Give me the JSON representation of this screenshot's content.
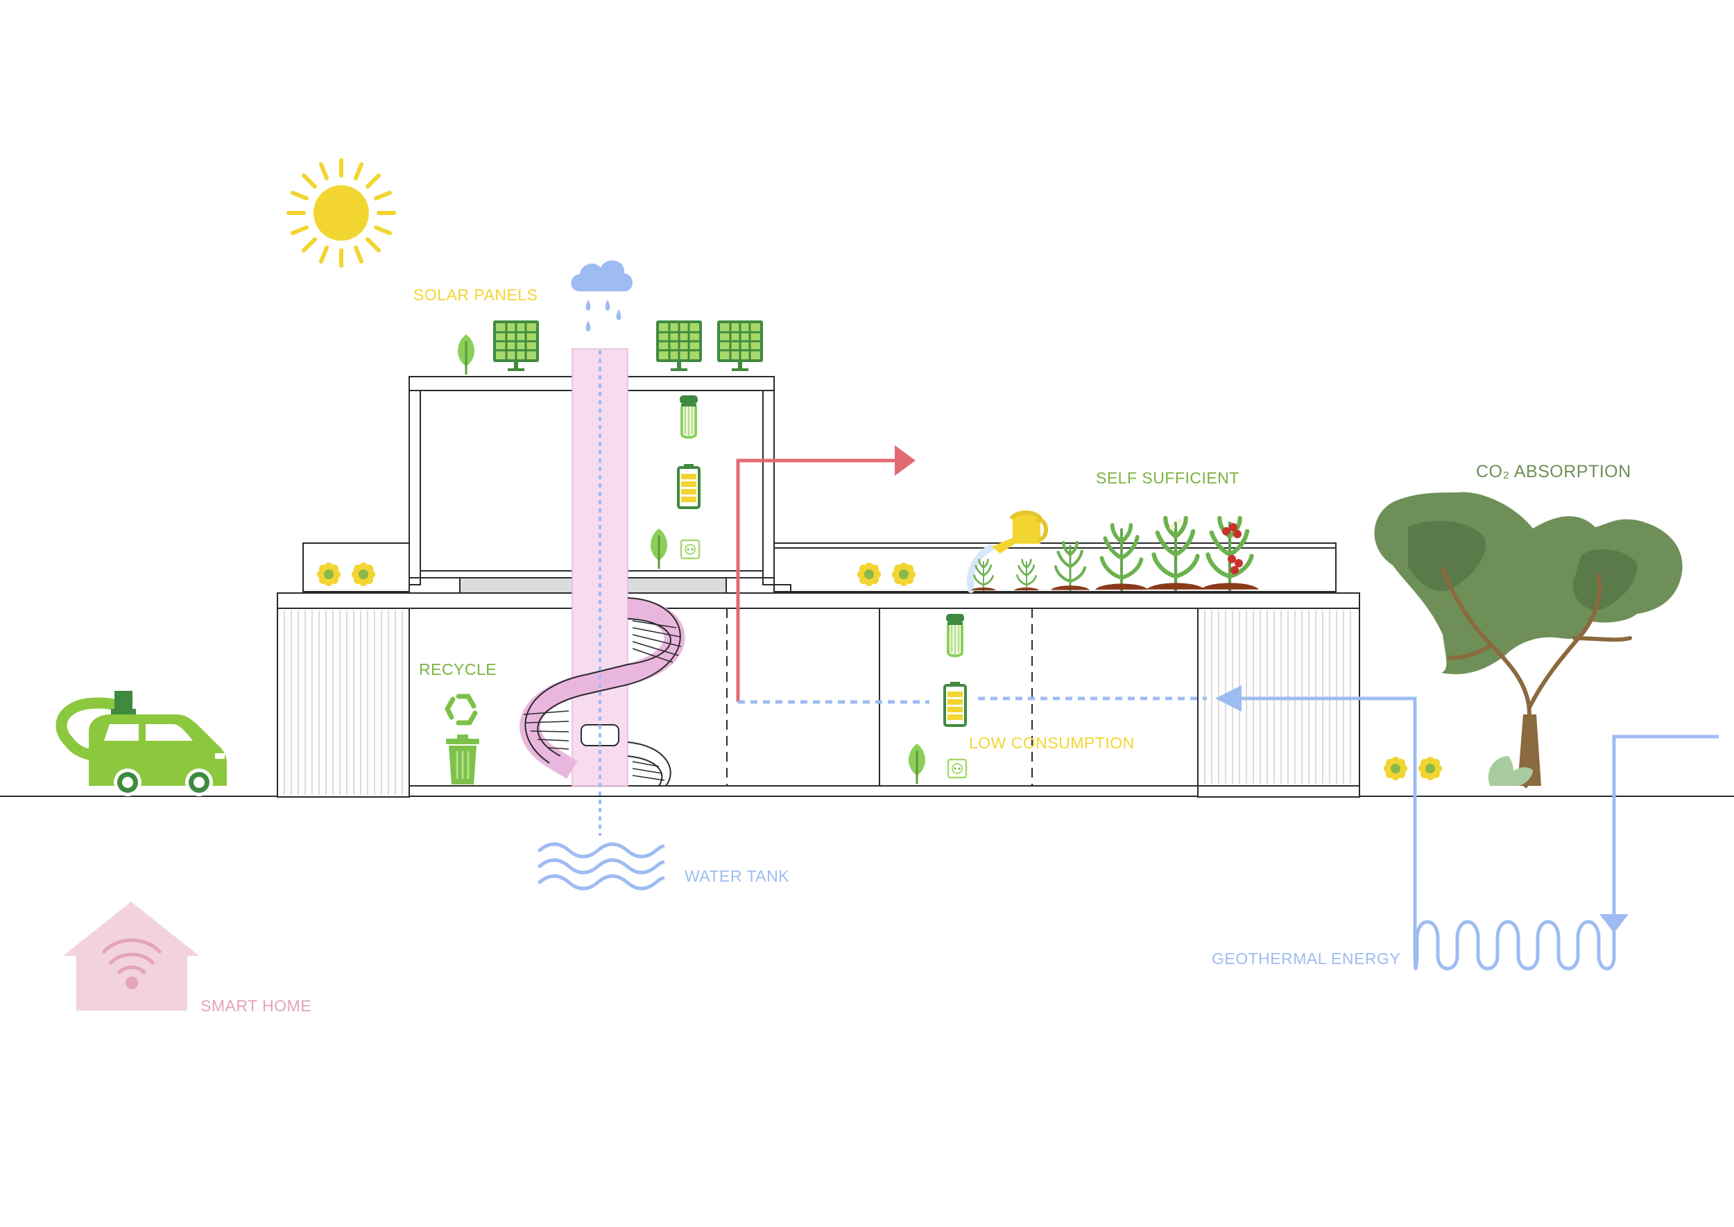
{
  "labels": {
    "solar_panels": "SOLAR PANELS",
    "self_sufficient": "SELF SUFFICIENT",
    "co2_absorption": "CO₂ ABSORPTION",
    "recycle": "RECYCLE",
    "low_consumption": "LOW CONSUMPTION",
    "water_tank": "WATER TANK",
    "geothermal_energy": "GEOTHERMAL ENERGY",
    "smart_home": "SMART HOME"
  },
  "colors": {
    "solar": "#f2d531",
    "sun": "#f2d531",
    "plant_green": "#7cc24a",
    "label_green": "#7ab342",
    "water_blue": "#9ebcf2",
    "heat_red": "#e36a73",
    "shaft_pink": "#f7dcef",
    "stair_pink": "#e9b7de",
    "smart_pink": "#f1d2de",
    "smart_label": "#e3a3b9",
    "tree_green": "#6f8f58",
    "trunk": "#8a6a3e",
    "line": "#2a2a2a"
  },
  "icons": [
    "sun-icon",
    "rain-cloud-icon",
    "solar-panel-icon",
    "leaf-icon",
    "light-bulb-icon",
    "battery-icon",
    "power-socket-icon",
    "recycle-icon",
    "trash-bin-icon",
    "electric-car-icon",
    "flower-icon",
    "watering-can-icon",
    "tomato-plant-icon",
    "tree-icon",
    "water-waves-icon",
    "smart-home-icon",
    "wifi-icon"
  ]
}
